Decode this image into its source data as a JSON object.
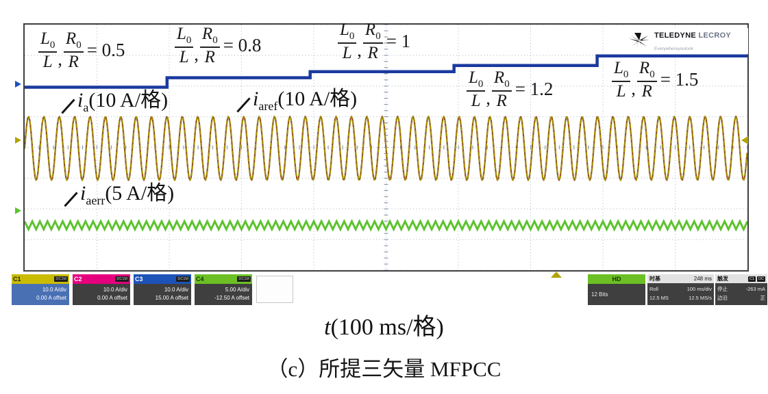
{
  "figure": {
    "axis_t": "t",
    "axis_rest": "(100 ms/格)",
    "caption": "（c）所提三矢量 MFPCC"
  },
  "scope": {
    "brand": {
      "t1": "TELEDYNE",
      "t2": "LECROY",
      "tagline": "Everywhereyoulook"
    },
    "ratio_labels": [
      {
        "f1n": "L",
        "f1s": "0",
        "f1d": "L",
        "f2n": "R",
        "f2s": "0",
        "f2d": "R",
        "value": "= 0.5"
      },
      {
        "f1n": "L",
        "f1s": "0",
        "f1d": "L",
        "f2n": "R",
        "f2s": "0",
        "f2d": "R",
        "value": "= 0.8"
      },
      {
        "f1n": "L",
        "f1s": "0",
        "f1d": "L",
        "f2n": "R",
        "f2s": "0",
        "f2d": "R",
        "value": "= 1"
      },
      {
        "f1n": "L",
        "f1s": "0",
        "f1d": "L",
        "f2n": "R",
        "f2s": "0",
        "f2d": "R",
        "value": "= 1.2"
      },
      {
        "f1n": "L",
        "f1s": "0",
        "f1d": "L",
        "f2n": "R",
        "f2s": "0",
        "f2d": "R",
        "value": "= 1.5"
      }
    ],
    "trace_labels": {
      "ia": {
        "base": "i",
        "sub": "a",
        "scale": "(10 A/格)"
      },
      "iaref": {
        "base": "i",
        "sub": "aref",
        "scale": "(10 A/格)"
      },
      "iaerr": {
        "base": "i",
        "sub": "aerr",
        "scale": "(5 A/格)"
      }
    },
    "channels": [
      {
        "id": "C1",
        "coupling": "DC1M",
        "scale": "10.0 A/div",
        "offset": "0.00 A offset",
        "color": "#c9bc00",
        "text_color": "#222222",
        "selected": true
      },
      {
        "id": "C2",
        "coupling": "DC1M",
        "scale": "10.0 A/div",
        "offset": "0.00 A offset",
        "color": "#e5007d",
        "text_color": "#ffffff",
        "selected": false
      },
      {
        "id": "C3",
        "coupling": "DC1M",
        "scale": "10.0 A/div",
        "offset": "15.00 A offset",
        "color": "#1d52b8",
        "text_color": "#ffffff",
        "selected": false
      },
      {
        "id": "C4",
        "coupling": "DC1M",
        "scale": "5.00 A/div",
        "offset": "-12.50 A offset",
        "color": "#6cc024",
        "text_color": "#17320a",
        "selected": false
      }
    ],
    "hd_box": {
      "label": "HD",
      "bits": "12 Bits"
    },
    "timebase": {
      "title": "时基",
      "value": "248 ms",
      "mode": "Roll",
      "per_div": "100 ms/div",
      "samples": "12.5 MS",
      "rate": "12.5 MS/s"
    },
    "trigger": {
      "title": "触发",
      "badge1": "C1",
      "badge2": "DC",
      "state": "停止",
      "level": "-263 mA",
      "type": "边沿",
      "slope": "正"
    }
  },
  "chart_data": {
    "type": "line",
    "title": "（c）所提三矢量 MFPCC",
    "xlabel": "t (100 ms/格)",
    "x_divisions": 10,
    "y_divisions": 8,
    "time_per_div": "100 ms",
    "grid": "dotted",
    "style": {
      "grid_color": "#a9b2c4",
      "tick_color": "#808da3"
    },
    "series": [
      {
        "name": "L0/L, R0/R parameter step (C3)",
        "waveform": "step",
        "values": [
          0.5,
          0.8,
          1.0,
          1.2,
          1.5
        ],
        "boundaries_div": [
          0,
          1.97,
          3.95,
          5.94,
          7.92,
          10
        ],
        "levels_div": [
          2.04,
          1.73,
          1.53,
          1.33,
          1.02
        ],
        "color": "#1a3a9e",
        "width": 4.5
      },
      {
        "name": "iaref (C2)",
        "scale": "10 A/格",
        "waveform": "sine",
        "amplitude_A": 10,
        "cycles": 47,
        "center_div": 4.03,
        "amplitude_div": 1.04,
        "color": "#9a4a28",
        "width": 2.2,
        "dash": ""
      },
      {
        "name": "ia (C1)",
        "scale": "10 A/格",
        "waveform": "sine",
        "amplitude_A": 10,
        "cycles": 47,
        "center_div": 4.03,
        "amplitude_div": 1.04,
        "color": "#a09200",
        "width": 2.2,
        "dash": "6 3"
      },
      {
        "name": "iaerr (C4)",
        "scale": "5 A/格",
        "waveform": "triangle",
        "amplitude_A": 0.65,
        "cycles": 95,
        "center_div": 6.54,
        "amplitude_div": 0.13,
        "color": "#5cc22e",
        "width": 3
      }
    ]
  }
}
